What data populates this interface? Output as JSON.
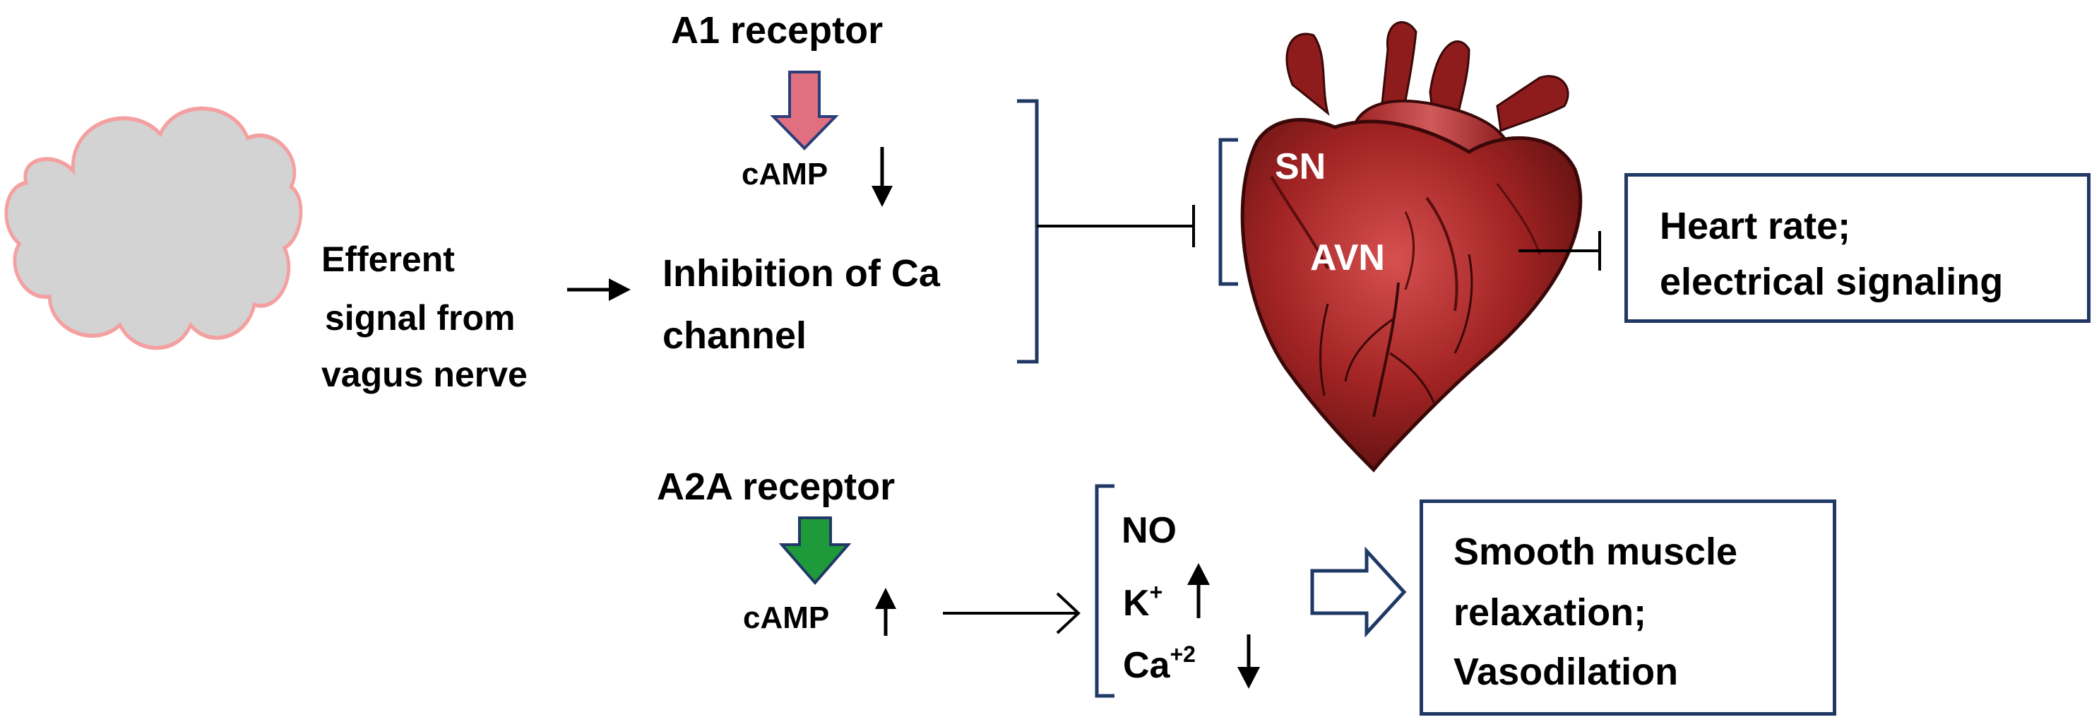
{
  "vagus": {
    "line1": "Efferent",
    "line2": "signal  from",
    "line3": "vagus  nerve"
  },
  "a1": {
    "receptor": "A1 receptor",
    "camp": "cAMP",
    "inhibition_line1": "Inhibition of Ca",
    "inhibition_line2": "channel"
  },
  "heart": {
    "sn": "SN",
    "avn": "AVN"
  },
  "heart_box": {
    "line1": "Heart rate;",
    "line2": "electrical signaling"
  },
  "a2a": {
    "receptor": "A2A receptor",
    "camp": "cAMP",
    "no": "NO",
    "k": "K",
    "k_sup": "+",
    "ca": "Ca",
    "ca_sup": "+2"
  },
  "smooth_box": {
    "line1": "Smooth muscle",
    "line2": "relaxation;",
    "line3": "Vasodilation"
  },
  "colors": {
    "a1_arrow": "#e0707f",
    "a2a_arrow": "#1e9a3a",
    "box_border": "#1f3864",
    "bracket": "#1f3864",
    "cloud_fill": "#d3d3d3",
    "cloud_stroke": "#f4a0a0",
    "heart": "#a32424"
  },
  "icons": {
    "cloud": "brain-cloud-icon",
    "heart": "heart-anatomy-icon",
    "a1_arrow": "down-arrow-icon",
    "a2a_arrow": "down-arrow-icon",
    "hollow_arrow": "hollow-right-arrow-icon"
  }
}
